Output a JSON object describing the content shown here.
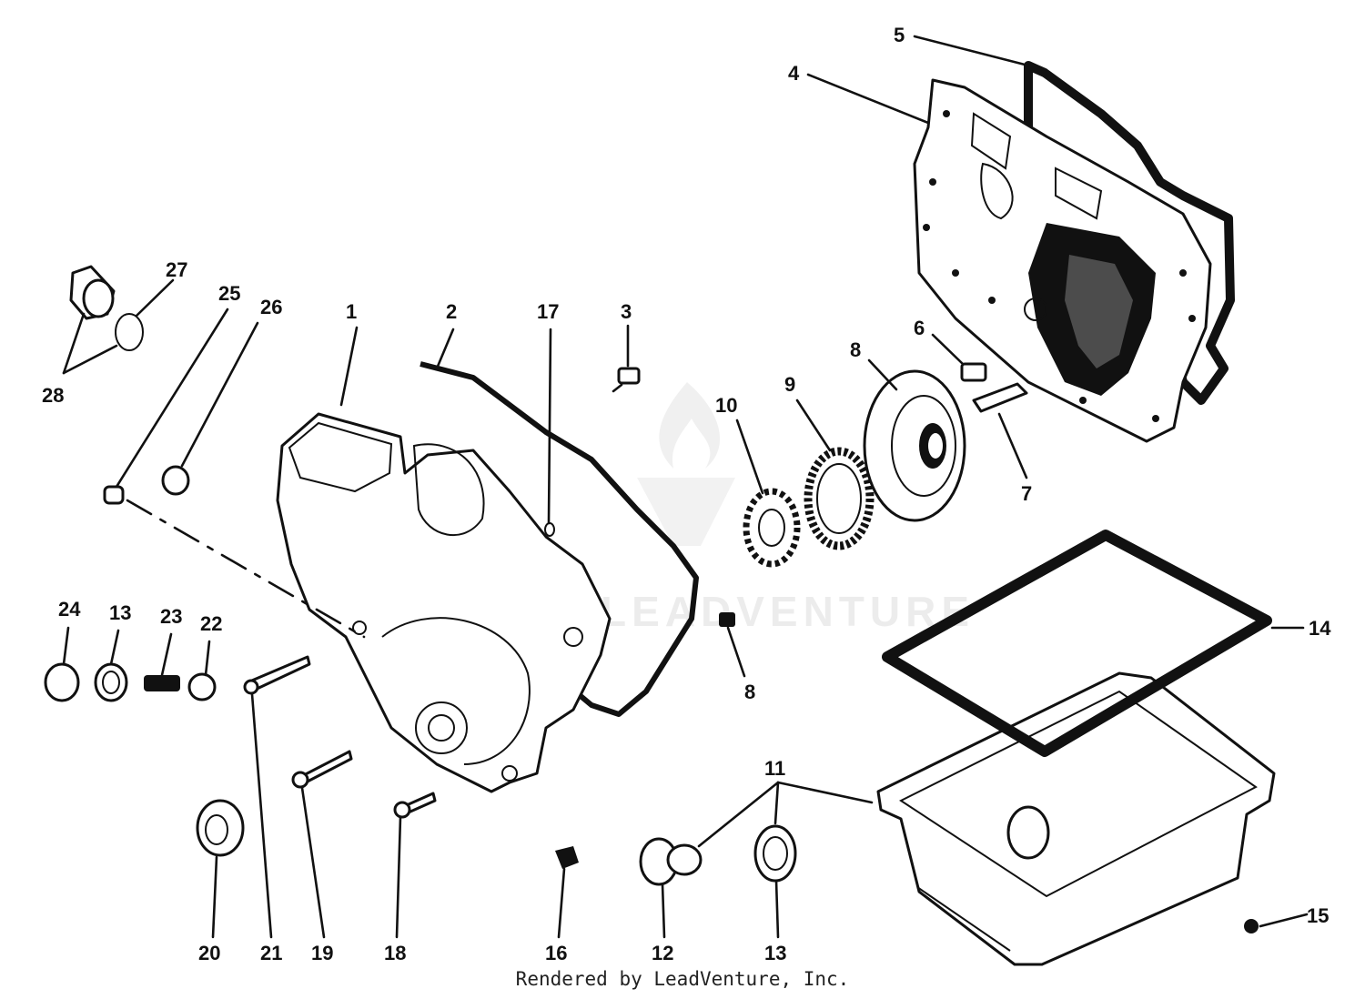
{
  "diagram": {
    "callouts": [
      "1",
      "2",
      "3",
      "4",
      "5",
      "6",
      "7",
      "8",
      "8",
      "9",
      "10",
      "11",
      "12",
      "13",
      "13",
      "14",
      "15",
      "16",
      "17",
      "18",
      "19",
      "20",
      "21",
      "22",
      "23",
      "24",
      "25",
      "26",
      "27",
      "28"
    ],
    "watermark": "LEADVENTURE"
  },
  "footer": {
    "credit": "Rendered by LeadVenture, Inc."
  }
}
